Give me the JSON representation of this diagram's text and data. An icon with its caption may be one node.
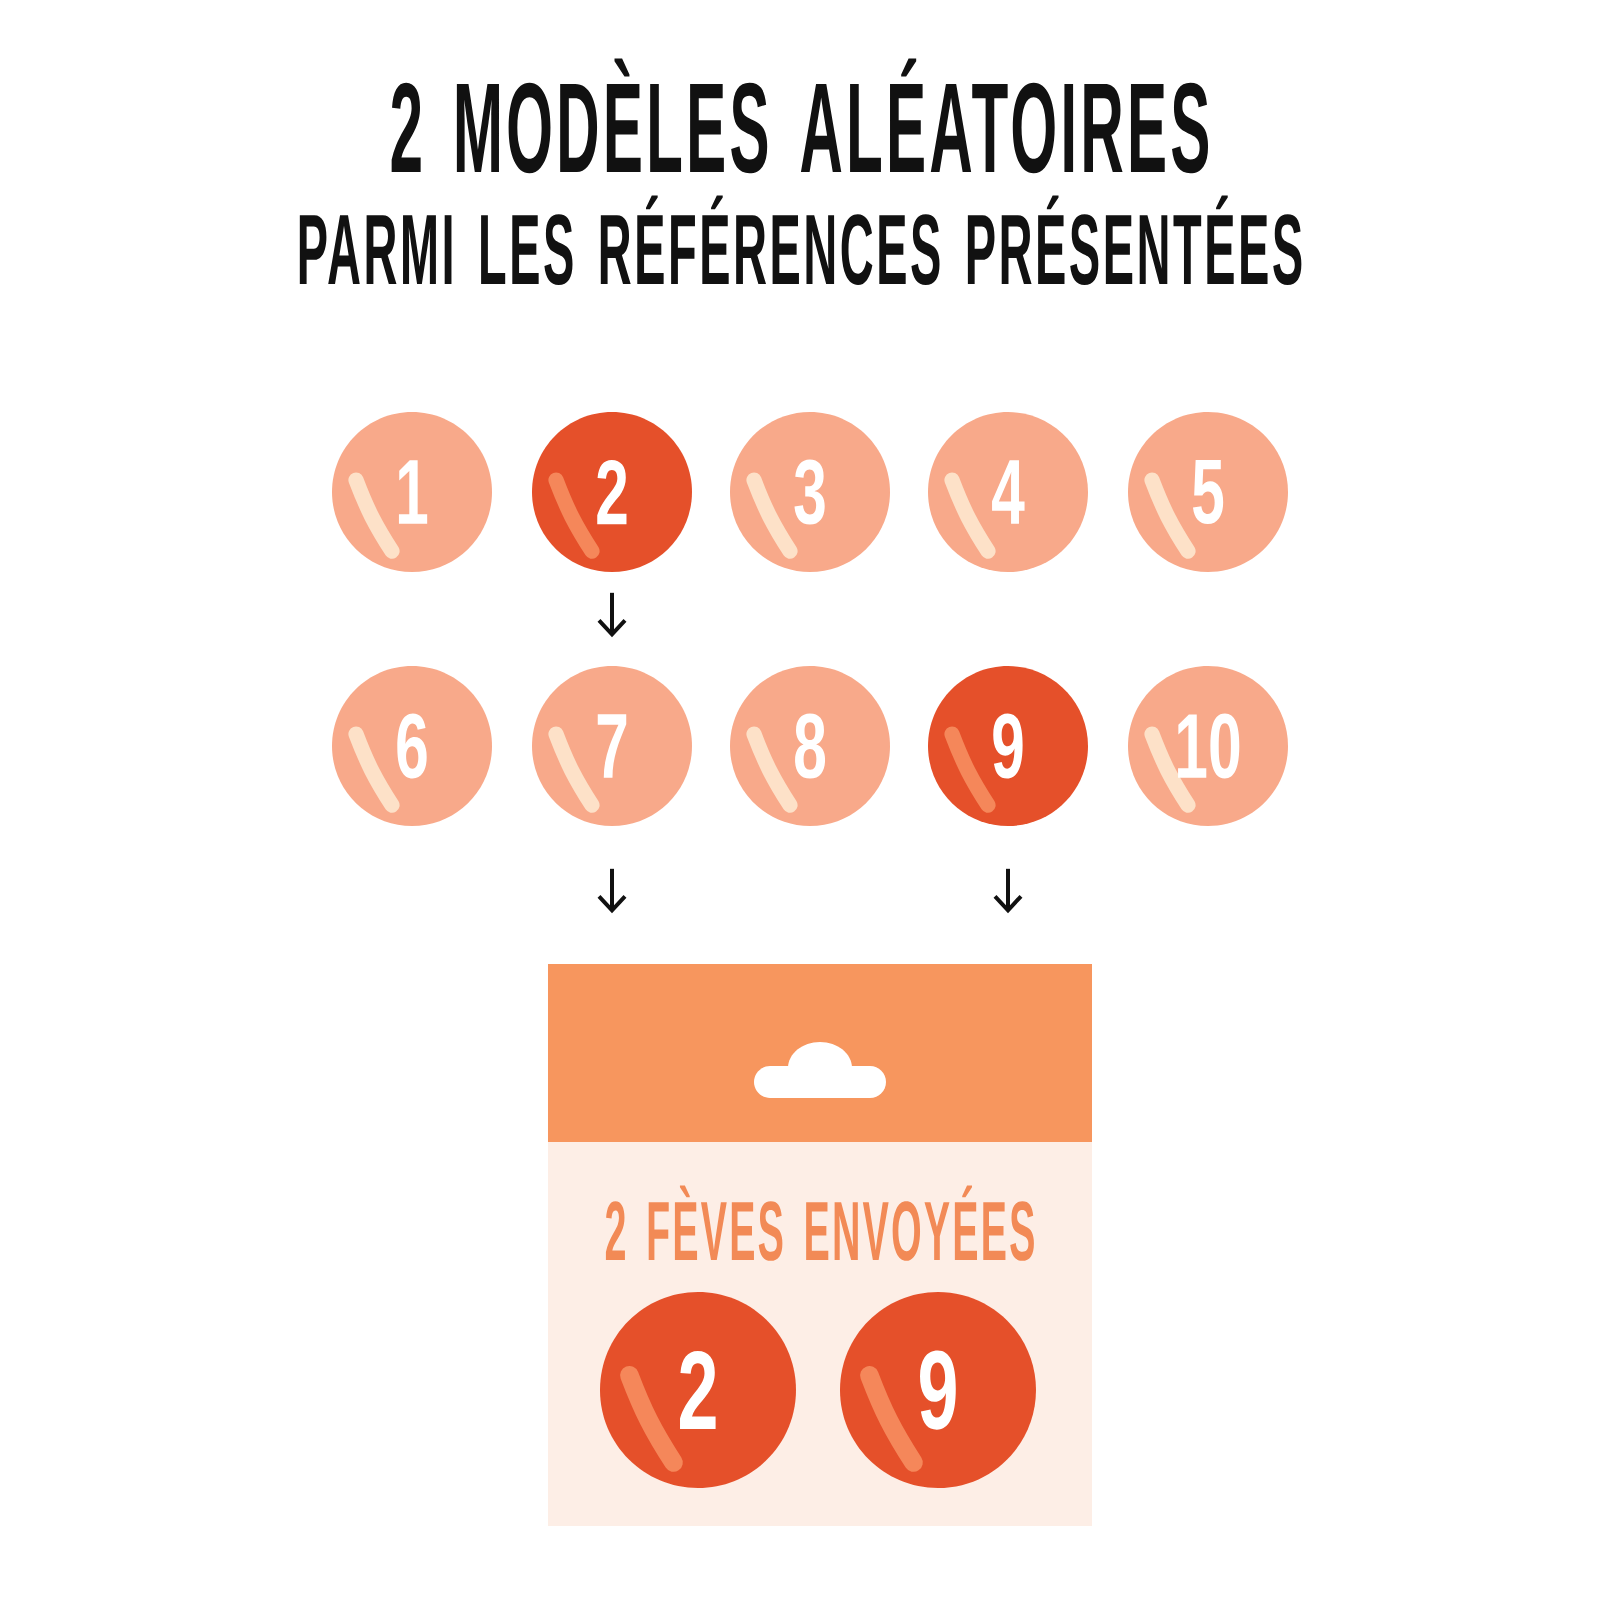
{
  "diagram": {
    "title": "2 MODÈLES ALÉATOIRES",
    "nodes": [
      {
        "text": [
          "1"
        ]
      },
      {
        "text": [
          "2"
        ]
      },
      {
        "text": [
          "3"
        ]
      },
      {
        "text": [
          "4"
        ]
      },
      {
        "text": [
          "5"
        ]
      },
      {
        "text": [
          "6"
        ]
      },
      {
        "text": [
          "7"
        ]
      },
      {
        "text": [
          "8"
        ]
      },
      {
        "text": [
          "9"
        ]
      },
      {
        "text": [
          "10"
        ]
      },
      {
        "text": [
          "2 FÈVES ENVOYÉES"
        ]
      },
      {
        "text": [
          "2"
        ],
        "in": 10
      },
      {
        "text": [
          "9"
        ],
        "in": 10
      }
    ],
    "edges": [
      {
        "from": 1,
        "to": 6,
        "arrow": "to"
      },
      {
        "from": 6,
        "to": 10,
        "arrow": "to"
      },
      {
        "from": 8,
        "to": 10,
        "arrow": "to"
      }
    ],
    "labels": [
      "PARMI LES RÉFÉRENCES PRÉSENTÉES"
    ]
  }
}
